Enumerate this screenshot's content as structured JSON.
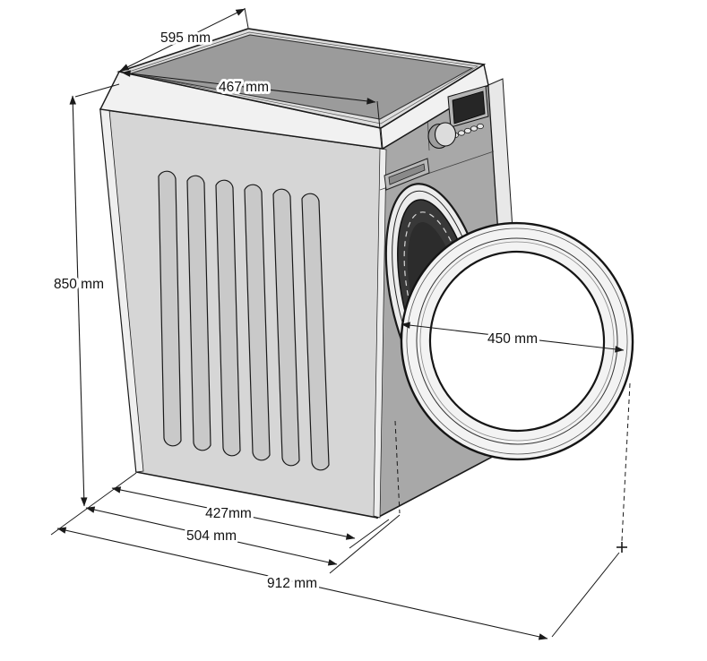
{
  "diagram": {
    "subject": "Front-loading washing machine, 3D line drawing with door open, annotated with dimensions",
    "unit": "mm",
    "dimensions": {
      "top_depth": "595 mm",
      "top_width": "467 mm",
      "height": "850 mm",
      "door_inner_diameter": "450 mm",
      "body_depth": "427mm",
      "depth_with_door": "504 mm",
      "depth_door_open": "912 mm"
    },
    "colors": {
      "line": "#1a1a1a",
      "side_panel": "#d6d6d6",
      "front_panel": "#a8a8a8",
      "top_recess": "#9b9b9b",
      "lid_rim": "#f1f1f1",
      "drum": "#383838",
      "door_ring": "#f3f3f3",
      "background": "#ffffff"
    }
  }
}
